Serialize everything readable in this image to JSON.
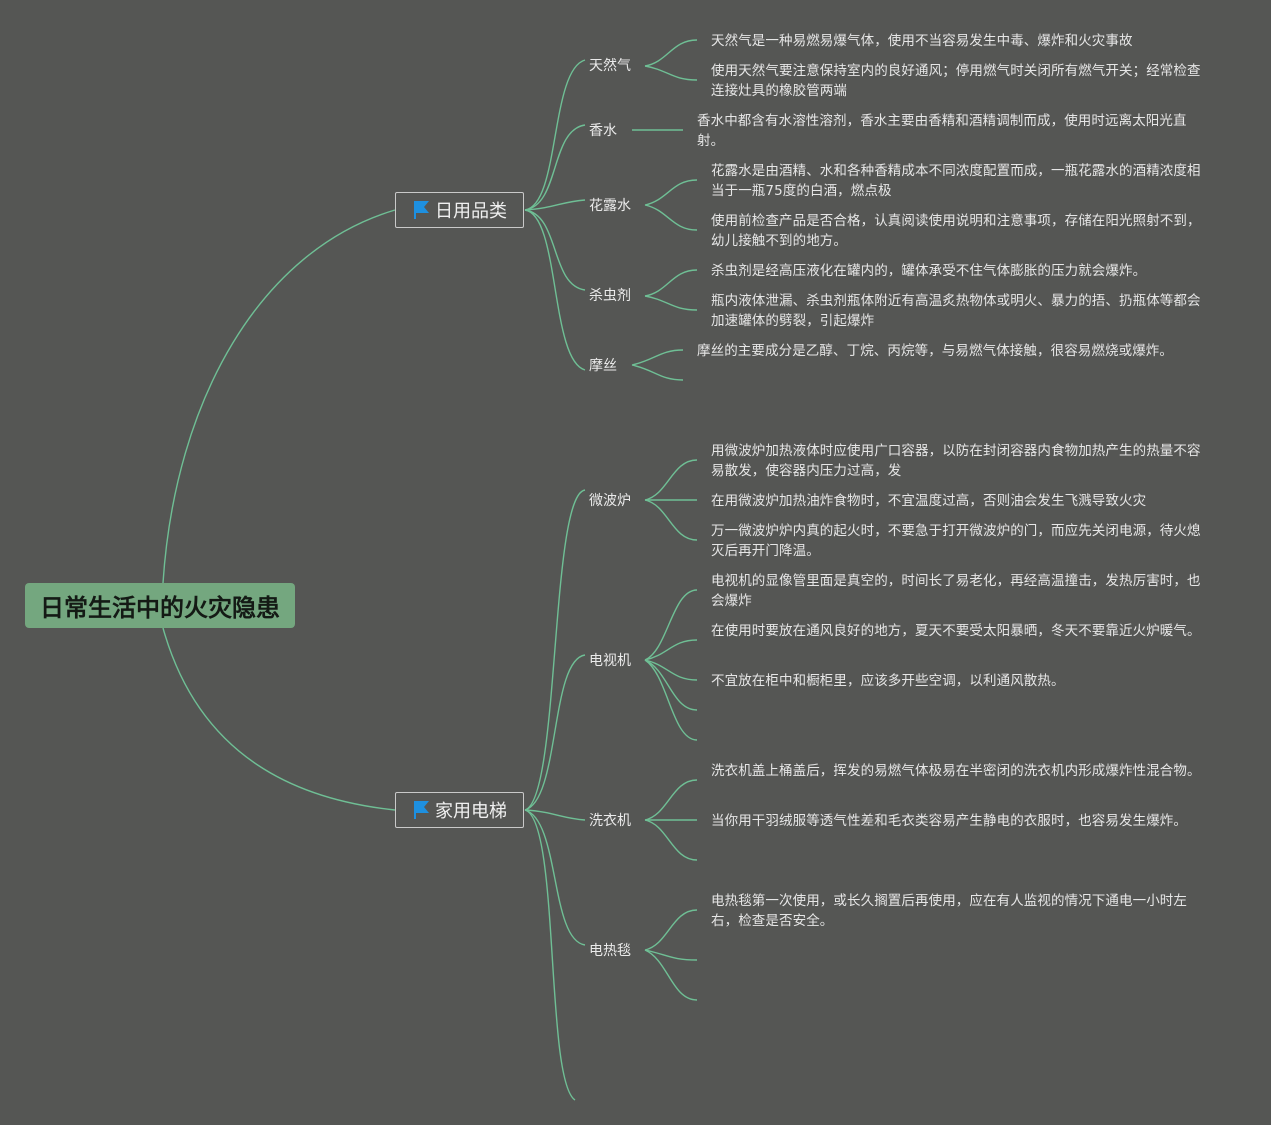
{
  "root": {
    "label": "日常生活中的火灾隐患"
  },
  "branches": [
    {
      "label": "日用品类",
      "icon": "flag-icon",
      "topics": [
        {
          "label": "天然气",
          "items": [
            "天然气是一种易燃易爆气体，使用不当容易发生中毒、爆炸和火灾事故",
            "使用天然气要注意保持室内的良好通风；停用燃气时关闭所有燃气开关；经常检查连接灶具的橡胶管两端"
          ]
        },
        {
          "label": "香水",
          "items": [
            "香水中都含有水溶性溶剂，香水主要由香精和酒精调制而成，使用时远离太阳光直射。"
          ]
        },
        {
          "label": "花露水",
          "items": [
            "花露水是由酒精、水和各种香精成本不同浓度配置而成，一瓶花露水的酒精浓度相当于一瓶75度的白酒，燃点极",
            "使用前检查产品是否合格，认真阅读使用说明和注意事项，存储在阳光照射不到，幼儿接触不到的地方。"
          ]
        },
        {
          "label": "杀虫剂",
          "items": [
            "杀虫剂是经高压液化在罐内的，罐体承受不住气体膨胀的压力就会爆炸。",
            "瓶内液体泄漏、杀虫剂瓶体附近有高温炙热物体或明火、暴力的捂、扔瓶体等都会加速罐体的劈裂，引起爆炸"
          ]
        },
        {
          "label": "摩丝",
          "items": [
            "摩丝的主要成分是乙醇、丁烷、丙烷等，与易燃气体接触，很容易燃烧或爆炸。"
          ]
        }
      ]
    },
    {
      "label": "家用电梯",
      "icon": "flag-icon",
      "topics": [
        {
          "label": "微波炉",
          "items": [
            "用微波炉加热液体时应使用广口容器，以防在封闭容器内食物加热产生的热量不容易散发，使容器内压力过高，发",
            "在用微波炉加热油炸食物时，不宜温度过高，否则油会发生飞溅导致火灾",
            "万一微波炉炉内真的起火时，不要急于打开微波炉的门，而应先关闭电源，待火熄灭后再开门降温。"
          ]
        },
        {
          "label": "电视机",
          "items": [
            "电视机的显像管里面是真空的，时间长了易老化，再经高温撞击，发热厉害时，也会爆炸",
            "在使用时要放在通风良好的地方，夏天不要受太阳暴晒，冬天不要靠近火炉暖气。",
            "不宜放在柜中和橱柜里，应该多开些空调，以利通风散热。"
          ]
        },
        {
          "label": "洗衣机",
          "items": [
            "洗衣机盖上桶盖后，挥发的易燃气体极易在半密闭的洗衣机内形成爆炸性混合物。",
            "当你用干羽绒服等透气性差和毛衣类容易产生静电的衣服时，也容易发生爆炸。"
          ]
        },
        {
          "label": "电热毯",
          "items": [
            "电热毯第一次使用，或长久搁置后再使用，应在有人监视的情况下通电一小时左右，检查是否安全。"
          ]
        }
      ]
    }
  ],
  "colors": {
    "background": "#555654",
    "connector": "#6fbf95",
    "root_fill": "#74a77f",
    "flag": "#1e90e0"
  }
}
